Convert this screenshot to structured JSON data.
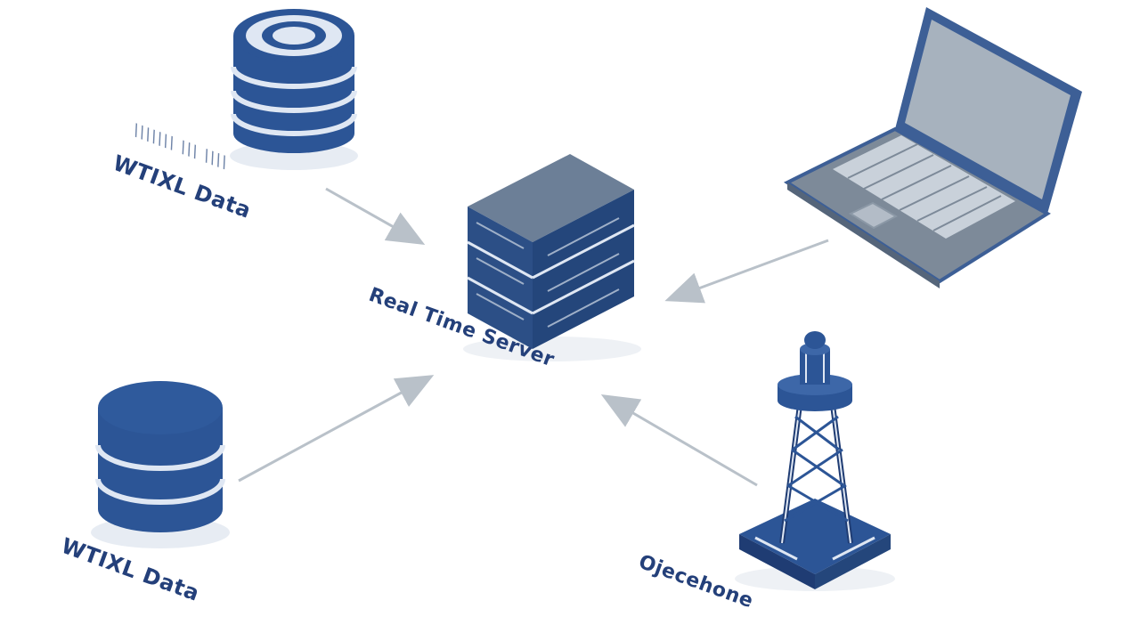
{
  "nodes": {
    "database_top": {
      "label": "WTIXL Data",
      "sublabel": "\\\\\\\\\\\\\\ \\\\\\ \\\\\\\\"
    },
    "database_bottom": {
      "label": "WTIXL Data"
    },
    "server": {
      "label": "Real Time Server"
    },
    "laptop": {
      "label": ""
    },
    "tower": {
      "label": "Ojecehone"
    }
  },
  "edges": [
    {
      "from": "database_top",
      "to": "server"
    },
    {
      "from": "database_bottom",
      "to": "server"
    },
    {
      "from": "laptop",
      "to": "server"
    },
    {
      "from": "tower",
      "to": "server"
    }
  ],
  "colors": {
    "primary": "#2c5596",
    "dark": "#1f3c73",
    "light": "#dfe7f3",
    "laptop_gray": "#7d8a99",
    "screen": "#a7b2be",
    "arrow": "#b9c1c9"
  }
}
